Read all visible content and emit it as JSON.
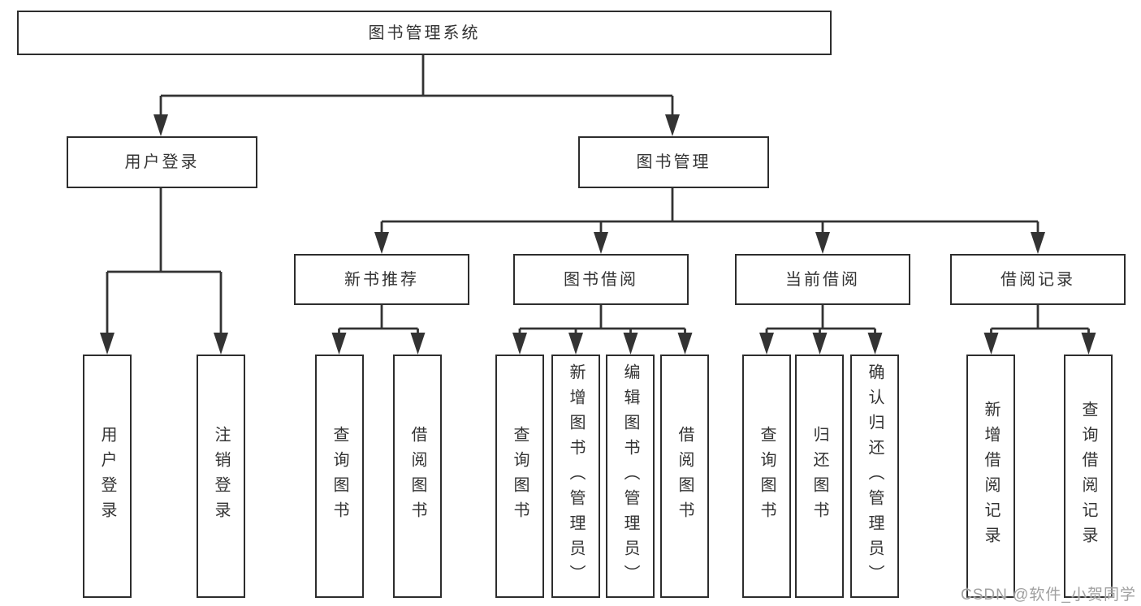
{
  "diagram_type": "hierarchy-tree",
  "tree": {
    "label": "图书管理系统",
    "children": [
      {
        "label": "用户登录",
        "children": [
          {
            "label": "用户登录"
          },
          {
            "label": "注销登录"
          }
        ]
      },
      {
        "label": "图书管理",
        "children": [
          {
            "label": "新书推荐",
            "children": [
              {
                "label": "查询图书"
              },
              {
                "label": "借阅图书"
              }
            ]
          },
          {
            "label": "图书借阅",
            "children": [
              {
                "label": "查询图书"
              },
              {
                "label": "新增图书（管理员）"
              },
              {
                "label": "编辑图书（管理员）"
              },
              {
                "label": "借阅图书"
              }
            ]
          },
          {
            "label": "当前借阅",
            "children": [
              {
                "label": "查询图书"
              },
              {
                "label": "归还图书"
              },
              {
                "label": "确认归还（管理员）"
              }
            ]
          },
          {
            "label": "借阅记录",
            "children": [
              {
                "label": "新增借阅记录"
              },
              {
                "label": "查询借阅记录"
              }
            ]
          }
        ]
      }
    ]
  },
  "watermark": {
    "text": "CSDN @软件_小贺同学"
  },
  "colors": {
    "line": "#333333",
    "border": "#2d2d2d",
    "text": "#333333",
    "background": "#ffffff",
    "watermark": "#a0a0a0"
  }
}
